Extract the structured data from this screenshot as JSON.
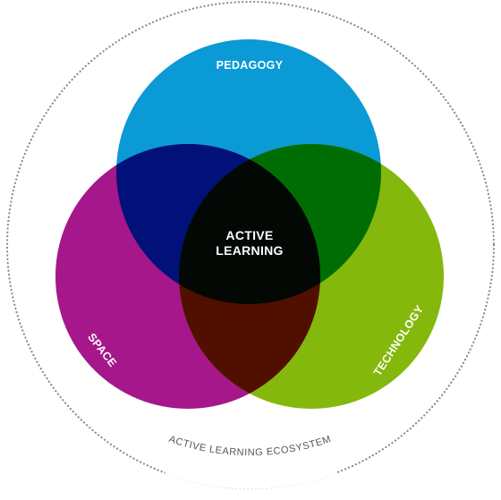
{
  "diagram": {
    "circles": {
      "pedagogy": {
        "label": "PEDAGOGY",
        "color": "#0a9ad6"
      },
      "space": {
        "label": "SPACE",
        "color": "#a5178a"
      },
      "technology": {
        "label": "TECHNOLOGY",
        "color": "#84b80c"
      }
    },
    "overlaps": {
      "pedagogy_space": "#011179",
      "pedagogy_technology": "#006d04",
      "space_technology": "#510f00",
      "all_three": "#030804"
    },
    "center": {
      "line1": "ACTIVE",
      "line2": "LEARNING"
    },
    "ecosystem": {
      "label": "ACTIVE LEARNING ECOSYSTEM",
      "border_color": "#8a8a8a"
    }
  }
}
